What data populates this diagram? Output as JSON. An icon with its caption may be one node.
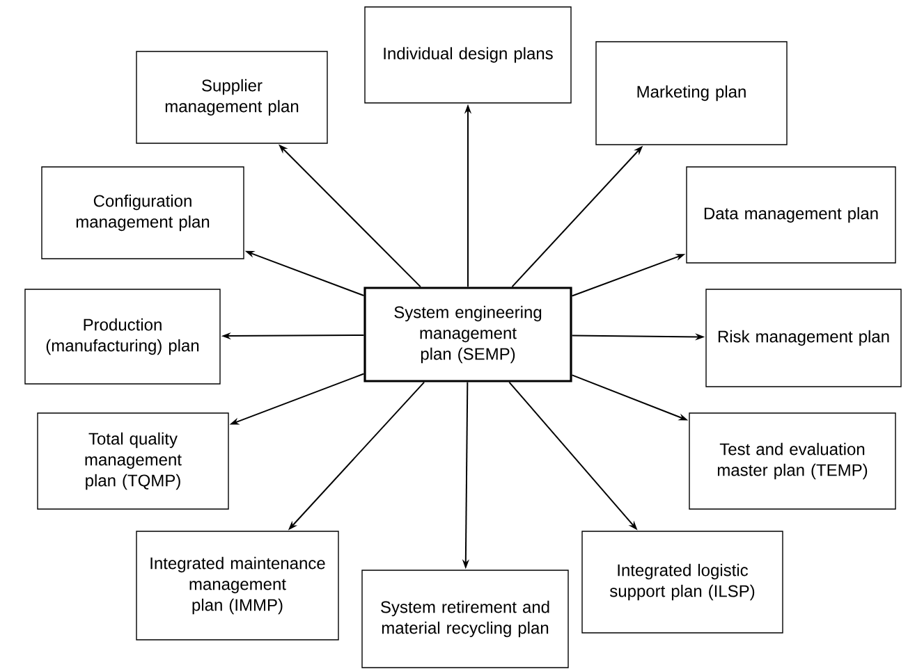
{
  "diagram": {
    "nodes": [
      {
        "text": [
          "System engineering management plan (SEMP)"
        ]
      },
      {
        "text": [
          "Individual design plans"
        ]
      },
      {
        "text": [
          "Supplier management plan"
        ]
      },
      {
        "text": [
          "Marketing plan"
        ]
      },
      {
        "text": [
          "Configuration management plan"
        ]
      },
      {
        "text": [
          "Data management plan"
        ]
      },
      {
        "text": [
          "Production (manufacturing) plan"
        ]
      },
      {
        "text": [
          "Risk management plan"
        ]
      },
      {
        "text": [
          "Total quality management plan (TQMP)"
        ]
      },
      {
        "text": [
          "Test and evaluation master plan (TEMP)"
        ]
      },
      {
        "text": [
          "Integrated maintenance management plan (IMMP)"
        ]
      },
      {
        "text": [
          "Integrated logistic support plan (ILSP)"
        ]
      },
      {
        "text": [
          "System retirement and material recycling plan"
        ]
      }
    ],
    "edges": [
      {
        "from": 0,
        "to": 1,
        "arrow": "to"
      },
      {
        "from": 0,
        "to": 2,
        "arrow": "to"
      },
      {
        "from": 0,
        "to": 3,
        "arrow": "to"
      },
      {
        "from": 0,
        "to": 4,
        "arrow": "to"
      },
      {
        "from": 0,
        "to": 5,
        "arrow": "to"
      },
      {
        "from": 0,
        "to": 6,
        "arrow": "to"
      },
      {
        "from": 0,
        "to": 7,
        "arrow": "to"
      },
      {
        "from": 0,
        "to": 8,
        "arrow": "to"
      },
      {
        "from": 0,
        "to": 9,
        "arrow": "to"
      },
      {
        "from": 0,
        "to": 10,
        "arrow": "to"
      },
      {
        "from": 0,
        "to": 11,
        "arrow": "to"
      },
      {
        "from": 0,
        "to": 12,
        "arrow": "to"
      }
    ]
  }
}
